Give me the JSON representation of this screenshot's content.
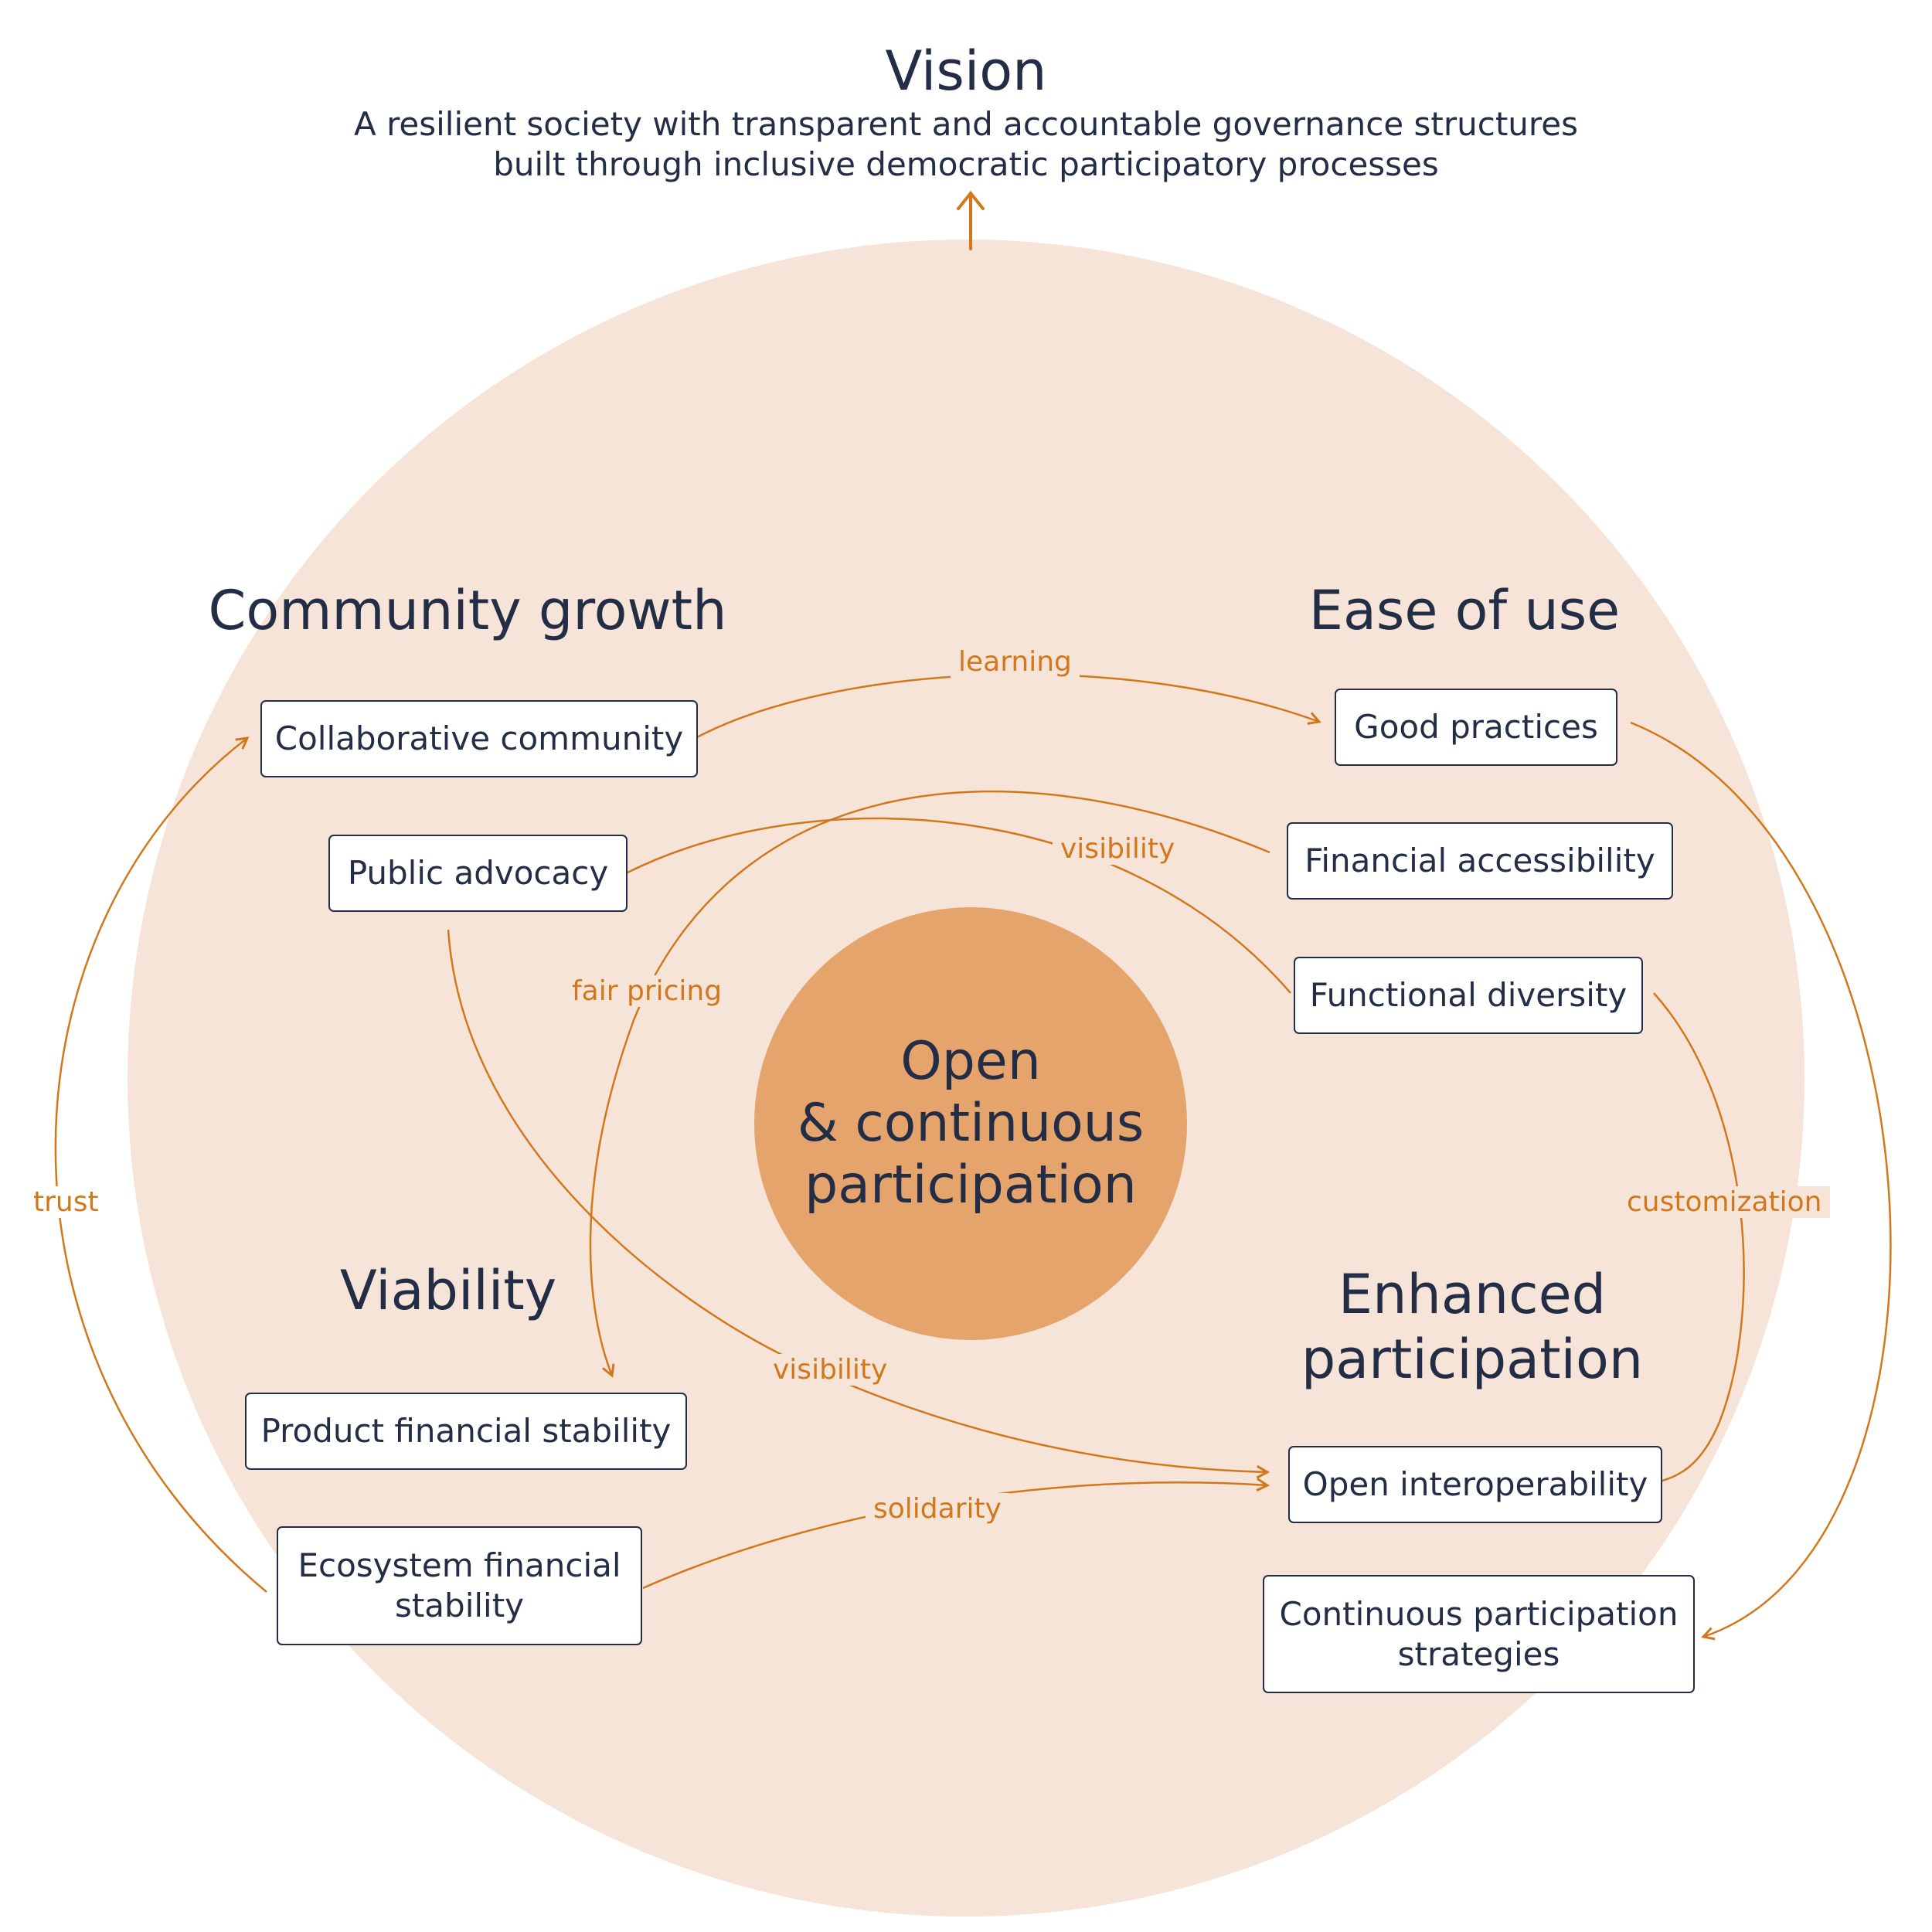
{
  "colors": {
    "outer_circle": "#f6e4d8",
    "inner_circle": "#e4a46c",
    "accent": "#d2781c",
    "text": "#232d45",
    "box_fill": "#ffffff"
  },
  "vision": {
    "title": "Vision",
    "lines": [
      "A resilient society with transparent and accountable governance structures",
      "built through inclusive democratic participatory processes"
    ]
  },
  "center": {
    "lines": [
      "Open",
      "& continuous",
      "participation"
    ]
  },
  "clusters": {
    "community_growth": {
      "title": "Community growth",
      "items": [
        "Collaborative community",
        "Public advocacy"
      ]
    },
    "ease_of_use": {
      "title": "Ease of use",
      "items": [
        "Good practices",
        "Financial accessibility",
        "Functional diversity"
      ]
    },
    "viability": {
      "title": "Viability",
      "items": [
        "Product financial stability",
        "Ecosystem financial stability"
      ]
    },
    "enhanced_participation": {
      "title_lines": [
        "Enhanced",
        "participation"
      ],
      "items": [
        "Open interoperability",
        "Continuous participation strategies"
      ]
    }
  },
  "links": [
    {
      "label": "learning",
      "from": "Collaborative community",
      "to": "Good practices"
    },
    {
      "label": "visibility",
      "from": "Public advocacy",
      "to": "Functional diversity"
    },
    {
      "label": "fair pricing",
      "from": "Financial accessibility",
      "to": "Product financial stability"
    },
    {
      "label": "visibility",
      "from": "Public advocacy",
      "to": "Open interoperability"
    },
    {
      "label": "trust",
      "from": "Ecosystem financial stability",
      "to": "Collaborative community"
    },
    {
      "label": "solidarity",
      "from": "Ecosystem financial stability",
      "to": "Open interoperability"
    },
    {
      "label": "customization",
      "from": "Functional diversity",
      "to": "Open interoperability"
    },
    {
      "label": "",
      "from": "Good practices",
      "to": "Continuous participation strategies"
    }
  ]
}
